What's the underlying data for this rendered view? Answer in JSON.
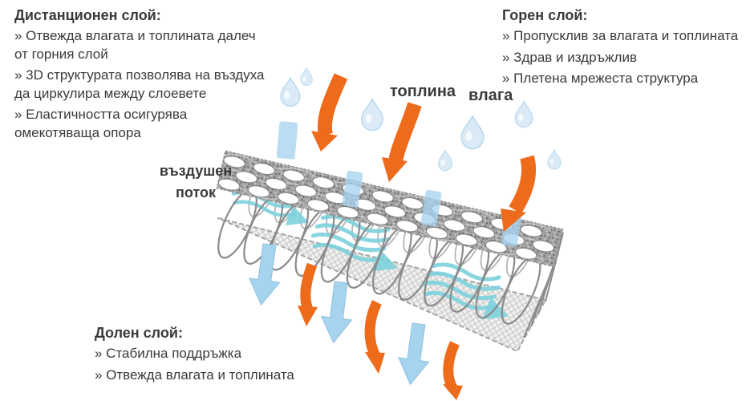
{
  "legend": {
    "spacer_layer": {
      "title": "Дистанционен слой:",
      "bullets": [
        "» Отвежда влагата и топлината далеч от горния слой",
        "» 3D структурата позволява на въздуха да циркулира между слоевете",
        "» Еластичността осигурява омекотяваща опора"
      ]
    },
    "top_layer": {
      "title": "Горен слой:",
      "bullets": [
        "» Пропусклив за влагата и топлината",
        "» Здрав и издръжлив",
        "» Плетена мрежеста структура"
      ]
    },
    "bottom_layer": {
      "title": "Долен слой:",
      "bullets": [
        "» Стабилна поддръжка",
        "» Отвежда влагата и топлината"
      ]
    }
  },
  "flow_labels": {
    "heat": "топлина",
    "moisture": "влага",
    "airflow": [
      "въздушен",
      "поток"
    ]
  },
  "icons": {
    "heat_arrow": "orange-curved-down-arrow",
    "moisture_drop": "water-droplet",
    "moisture_arrow": "blue-down-arrow",
    "airflow_arrow": "teal-wavy-flow-arrow"
  },
  "colors": {
    "heat": "#ee6b1c",
    "moisture": "#a6d4ef",
    "airflow": "#7cd1de",
    "droplet": "#daebf7",
    "structure": "#8b8b8b",
    "text": "#3a3a3a"
  }
}
